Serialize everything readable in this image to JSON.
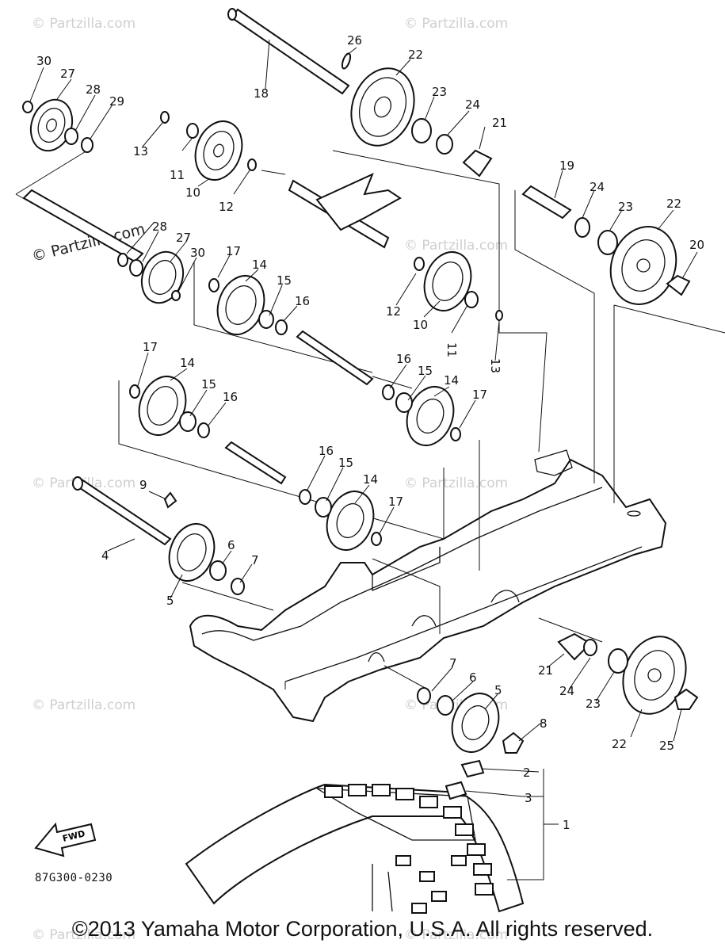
{
  "diagram": {
    "reference_code": "87G300-0230",
    "copyright": "©2013  Yamaha Motor Corporation, U.S.A. All rights reserved.",
    "watermark": "© Partzilla.com",
    "fwd_label": "FWD",
    "callouts": [
      "30",
      "27",
      "28",
      "29",
      "13",
      "11",
      "10",
      "12",
      "18",
      "26",
      "22",
      "23",
      "24",
      "21",
      "19",
      "24",
      "23",
      "22",
      "20",
      "28",
      "27",
      "30",
      "17",
      "14",
      "15",
      "16",
      "12",
      "10",
      "11",
      "13",
      "17",
      "14",
      "15",
      "16",
      "16",
      "15",
      "14",
      "17",
      "9",
      "16",
      "15",
      "14",
      "17",
      "4",
      "5",
      "6",
      "7",
      "7",
      "6",
      "5",
      "8",
      "21",
      "24",
      "23",
      "22",
      "25",
      "2",
      "3",
      "1"
    ]
  }
}
